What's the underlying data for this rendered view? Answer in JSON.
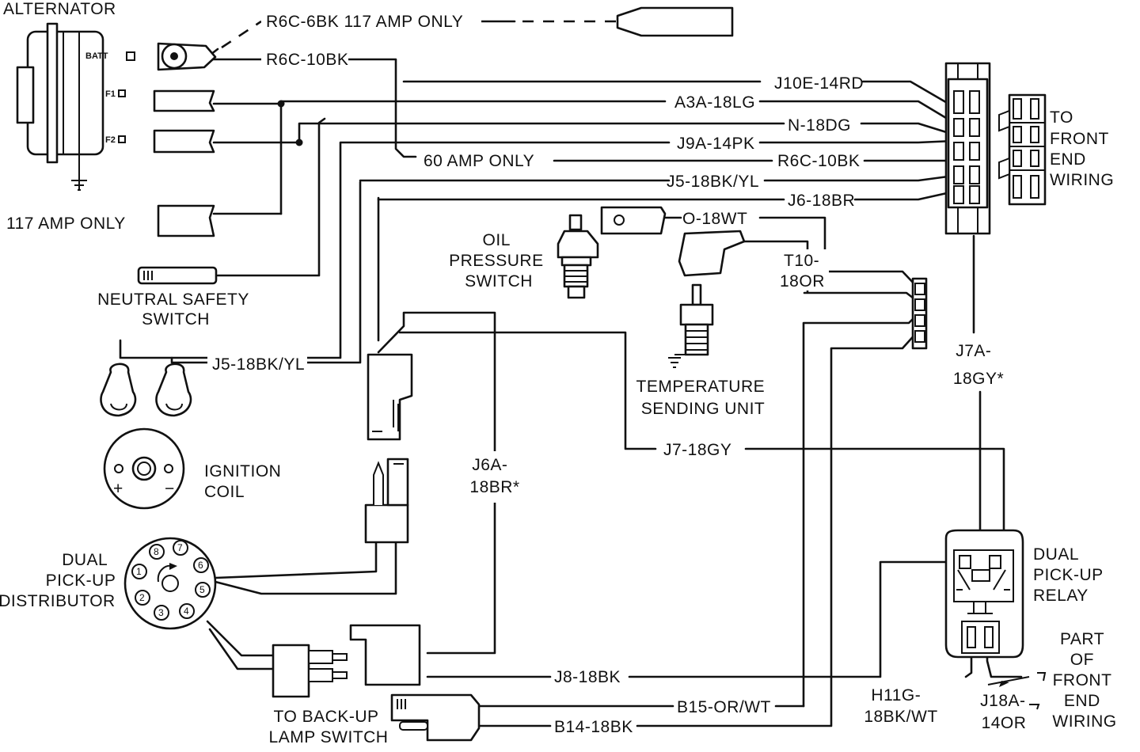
{
  "labels": {
    "alternator": "ALTERNATOR",
    "batt": "BATT",
    "f1": "F1",
    "f2": "F2",
    "r6c_6bk": "R6C-6BK 117 AMP ONLY",
    "r6c_10bk_top": "R6C-10BK",
    "j10e": "J10E-14RD",
    "a3a": "A3A-18LG",
    "n18dg": "N-18DG",
    "j9a": "J9A-14PK",
    "amp60": "60 AMP ONLY",
    "r6c_10bk_mid": "R6C-10BK",
    "j5_top": "J5-18BK/YL",
    "j6": "J6-18BR",
    "amp117": "117 AMP ONLY",
    "o18wt": "O-18WT",
    "oil_pressure": [
      "OIL",
      "PRESSURE",
      "SWITCH"
    ],
    "t10": [
      "T10-",
      "18OR"
    ],
    "neutral_safety": [
      "NEUTRAL SAFETY",
      "SWITCH"
    ],
    "j5_mid": "J5-18BK/YL",
    "temp_sending": [
      "TEMPERATURE",
      "SENDING UNIT"
    ],
    "j7a": [
      "J7A-",
      "18GY*"
    ],
    "ignition_coil": [
      "IGNITION",
      "COIL"
    ],
    "coil_plus": "+",
    "coil_minus": "−",
    "j7": "J7-18GY",
    "j6a": [
      "J6A-",
      "18BR*"
    ],
    "to_front_end": [
      "TO",
      "FRONT",
      "END",
      "WIRING"
    ],
    "dual_pickup_distributor": [
      "DUAL",
      "PICK-UP",
      "DISTRIBUTOR"
    ],
    "dual_pickup_relay": [
      "DUAL",
      "PICK-UP",
      "RELAY"
    ],
    "part_of_front_end": [
      "PART",
      "OF",
      "FRONT",
      "END",
      "WIRING"
    ],
    "j8": "J8-18BK",
    "b15": "B15-OR/WT",
    "b14": "B14-18BK",
    "h11g": [
      "H11G-",
      "18BK/WT"
    ],
    "j18a": [
      "J18A-",
      "14OR"
    ],
    "back_up_lamp": [
      "TO BACK-UP",
      "LAMP SWITCH"
    ],
    "distributor_terminals": [
      "8",
      "7",
      "6",
      "1",
      "5",
      "2",
      "3",
      "4"
    ]
  }
}
